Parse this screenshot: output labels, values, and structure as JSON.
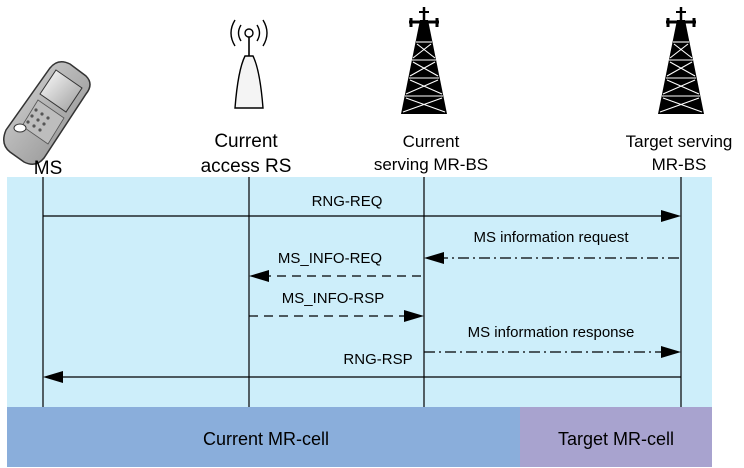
{
  "entities": [
    {
      "key": "ms",
      "lines": [
        "MS"
      ],
      "icon": "mobile-phone-icon"
    },
    {
      "key": "rs",
      "lines": [
        "Current",
        "access RS"
      ],
      "icon": "relay-station-icon"
    },
    {
      "key": "sbs",
      "lines": [
        "Current",
        "serving MR-BS"
      ],
      "icon": "base-station-tower-icon"
    },
    {
      "key": "tbs",
      "lines": [
        "Target serving",
        "MR-BS"
      ],
      "icon": "base-station-tower-icon"
    }
  ],
  "messages": [
    {
      "label": "RNG-REQ",
      "from": "ms",
      "to": "tbs",
      "style": "solid"
    },
    {
      "label": "MS information request",
      "from": "tbs",
      "to": "sbs",
      "style": "dashdot"
    },
    {
      "label": "MS_INFO-REQ",
      "from": "sbs",
      "to": "rs",
      "style": "dashed"
    },
    {
      "label": "MS_INFO-RSP",
      "from": "rs",
      "to": "sbs",
      "style": "dashed"
    },
    {
      "label": "MS information response",
      "from": "sbs",
      "to": "tbs",
      "style": "dashdot"
    },
    {
      "label": "RNG-RSP",
      "from": "tbs",
      "to": "ms",
      "style": "solid"
    }
  ],
  "cells": [
    {
      "label": "Current MR-cell",
      "color": "#8aaedb",
      "text_color": "#1f1f1f"
    },
    {
      "label": "Target MR-cell",
      "color": "#a8a3cf",
      "text_color": "#f4f4f8"
    }
  ],
  "colors": {
    "sequence_background": "#cdeefa",
    "line": "#000000"
  }
}
